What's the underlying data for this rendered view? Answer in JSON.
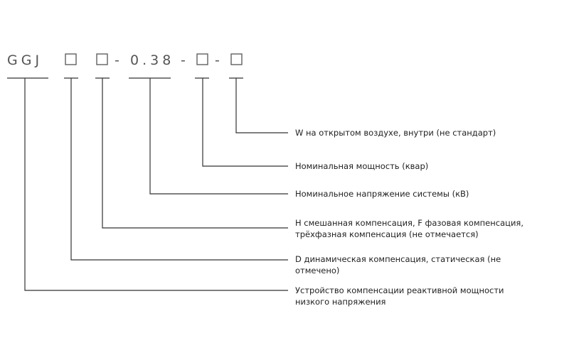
{
  "model_code": {
    "prefix": "GGJ",
    "dash_1": "-",
    "voltage": "0.38",
    "dash_2": "-",
    "dash_3": "-"
  },
  "descriptions": {
    "installation": [
      "W на открытом воздухе, внутри (не стандарт)"
    ],
    "rated_capacity": [
      "Номинальная мощность (квар)"
    ],
    "rated_voltage": [
      "Номинальное напряжение системы (кВ)"
    ],
    "compensation_mode": [
      "H смешанная компенсация, F фазовая компенсация,",
      "трёхфазная компенсация (не отмечается)"
    ],
    "compensation_type": [
      "D динамическая компенсация, статическая (не",
      "отмечено)"
    ],
    "device": [
      "Устройство компенсации реактивной мощности",
      "низкого напряжения"
    ]
  },
  "colors": {
    "code_text": "#555555",
    "lines": "#333333",
    "description_text": "#222222"
  }
}
